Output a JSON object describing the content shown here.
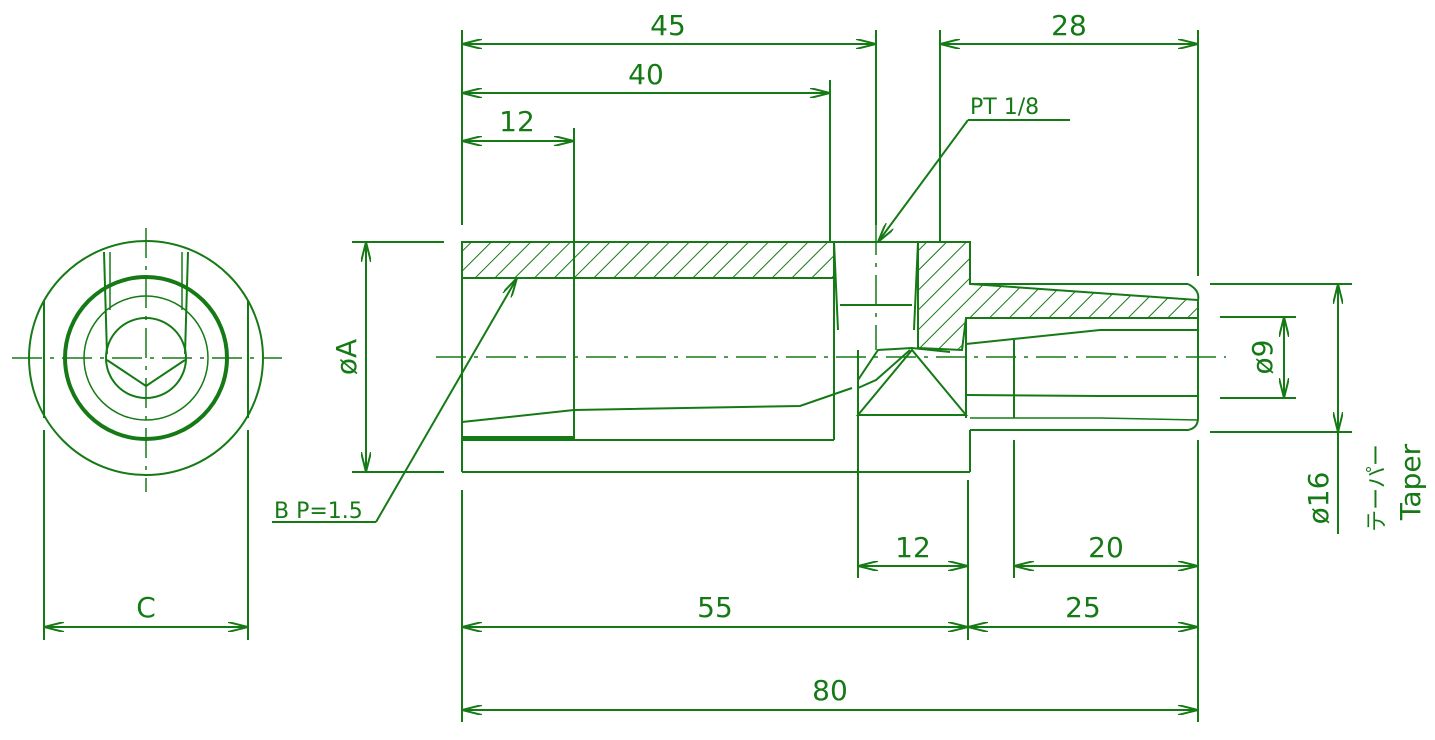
{
  "colors": {
    "line": "#157a15",
    "background": "#ffffff"
  },
  "dimensions": {
    "d45": "45",
    "d28": "28",
    "d40": "40",
    "d12_top": "12",
    "pt": "PT 1/8",
    "phiA": "øA",
    "bp": "B P=1.5",
    "phi9": "ø9",
    "phi16": "ø16",
    "taper_jp": "テーパー",
    "taper_en": "Taper",
    "d12_bottom": "12",
    "d20": "20",
    "d55": "55",
    "d25": "25",
    "d80": "80",
    "c": "C"
  }
}
